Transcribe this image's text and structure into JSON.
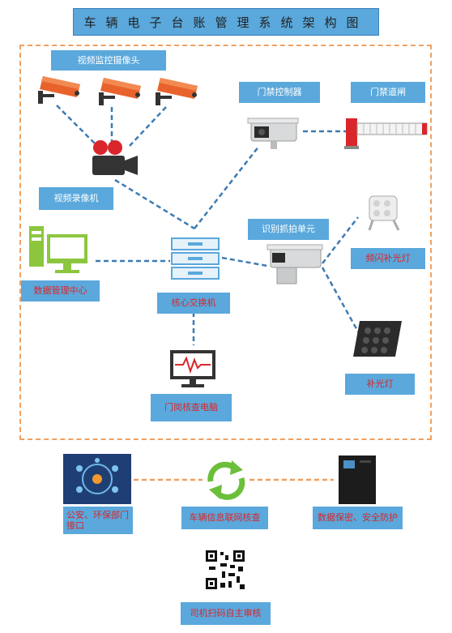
{
  "title": "车辆电子台账管理系统架构图",
  "labels": {
    "video_camera": "视频监控摄像头",
    "recorder": "视频录像机",
    "access_controller": "门禁控制器",
    "access_barrier": "门禁道闸",
    "recognition_unit": "识别抓拍单元",
    "anti_glare_light": "频闪补光灯",
    "data_center": "数据管理中心",
    "core_switch": "核心交换机",
    "fill_light": "补光灯",
    "guard_pc": "门岗核查电脑",
    "police_interface": "公安、环保部门接口",
    "vehicle_info": "车辆信息联网核查",
    "data_security": "数据保密、安全防护",
    "driver_scan": "司机扫码自主审核"
  },
  "colors": {
    "label_bg": "#5aa8dc",
    "frame": "#f0a060",
    "connector": "#3d7bb3",
    "red_text": "#d9262b",
    "camera_orange": "#e8632b"
  }
}
